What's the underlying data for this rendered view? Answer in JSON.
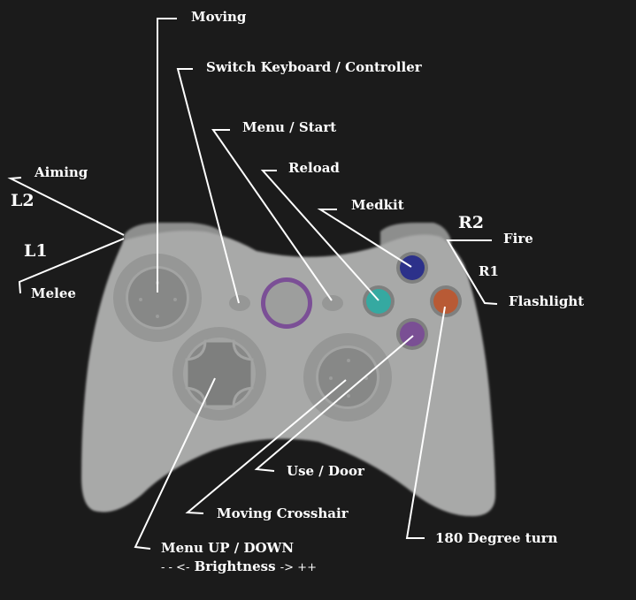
{
  "diagram": {
    "title": "Controller Layout",
    "colors": {
      "background": "#1b1b1b",
      "controller_body": "#a8a9a8",
      "trigger": "#8d8e8d",
      "stick_ring": "#969796",
      "stick_cap": "#868786",
      "guide_ring": "#7b4f96",
      "button_a_purple": "#7a4f94",
      "button_b_orange": "#b85a35",
      "button_x_teal": "#35a9a1",
      "button_y_blue": "#2c318a",
      "button_rim": "#7f807f",
      "leader_line": "#ffffff"
    },
    "labels": {
      "moving": "Moving",
      "switch": "Switch Keyboard / Controller",
      "menu_start": "Menu / Start",
      "reload": "Reload",
      "medkit": "Medkit",
      "aiming": "Aiming",
      "l2": "L2",
      "l1": "L1",
      "melee": "Melee",
      "r2": "R2",
      "fire": "Fire",
      "r1": "R1",
      "flashlight": "Flashlight",
      "use_door": "Use / Door",
      "moving_crosshair": "Moving Crosshair",
      "menu_up_down": "Menu UP / DOWN",
      "brightness_minus": "- - <-",
      "brightness": "Brightness",
      "brightness_plus": "-> ++",
      "degree_turn": "180 Degree turn"
    },
    "controls": [
      {
        "id": "left-stick",
        "action": "Moving"
      },
      {
        "id": "back-button",
        "action": "Switch Keyboard / Controller"
      },
      {
        "id": "start-button",
        "action": "Menu / Start"
      },
      {
        "id": "x-button",
        "action": "Reload"
      },
      {
        "id": "y-button",
        "action": "Medkit"
      },
      {
        "id": "l2-trigger",
        "action": "Aiming"
      },
      {
        "id": "l1-bumper",
        "action": "Melee"
      },
      {
        "id": "r2-trigger",
        "action": "Fire"
      },
      {
        "id": "r1-bumper",
        "action": "Flashlight"
      },
      {
        "id": "right-stick",
        "action": "Moving Crosshair"
      },
      {
        "id": "a-button",
        "action": "Use / Door"
      },
      {
        "id": "dpad",
        "action": "Menu UP / DOWN, Brightness"
      },
      {
        "id": "b-button",
        "action": "180 Degree turn"
      }
    ]
  }
}
